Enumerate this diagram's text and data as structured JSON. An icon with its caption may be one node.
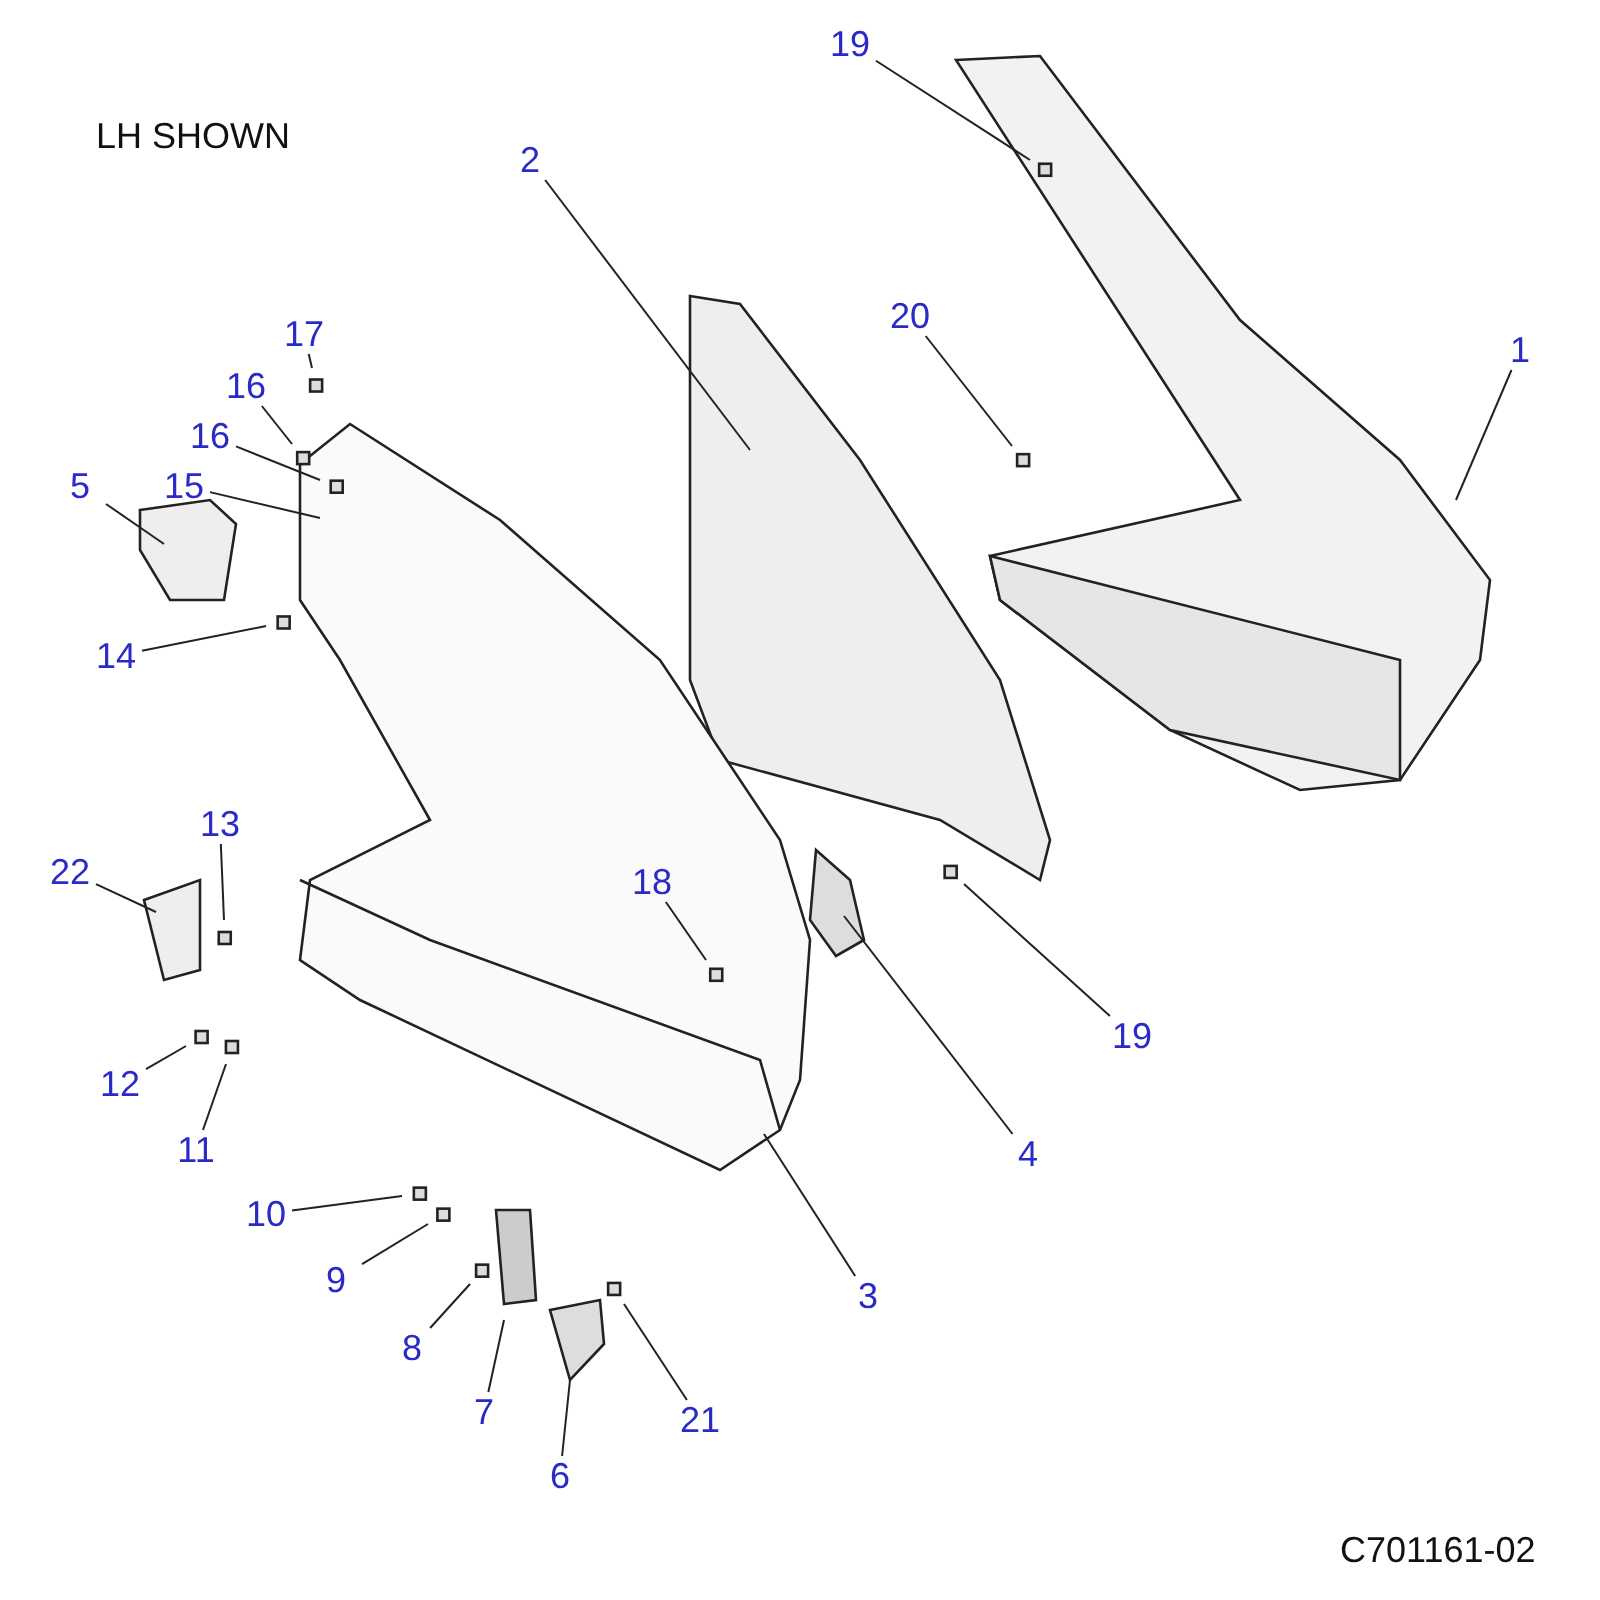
{
  "diagram": {
    "nodes": [
      {
        "text": [
          "19"
        ]
      },
      {
        "text": [
          "2"
        ]
      },
      {
        "text": [
          "20"
        ]
      },
      {
        "text": [
          "17"
        ]
      },
      {
        "text": [
          "1"
        ]
      },
      {
        "text": [
          "16"
        ]
      },
      {
        "text": [
          "16"
        ]
      },
      {
        "text": [
          "5"
        ]
      },
      {
        "text": [
          "15"
        ]
      },
      {
        "text": [
          "14"
        ]
      },
      {
        "text": [
          "13"
        ]
      },
      {
        "text": [
          "22"
        ]
      },
      {
        "text": [
          "18"
        ]
      },
      {
        "text": [
          "19"
        ]
      },
      {
        "text": [
          "12"
        ]
      },
      {
        "text": [
          "11"
        ]
      },
      {
        "text": [
          "4"
        ]
      },
      {
        "text": [
          "10"
        ]
      },
      {
        "text": [
          "9"
        ]
      },
      {
        "text": [
          "3"
        ]
      },
      {
        "text": [
          "8"
        ]
      },
      {
        "text": [
          "7"
        ]
      },
      {
        "text": [
          "21"
        ]
      },
      {
        "text": [
          "6"
        ]
      }
    ],
    "edges": [
      {
        "from": 0,
        "to": null,
        "arrow": "none"
      },
      {
        "from": 1,
        "to": null,
        "arrow": "none"
      },
      {
        "from": 2,
        "to": null,
        "arrow": "none"
      },
      {
        "from": 3,
        "to": null,
        "arrow": "none"
      },
      {
        "from": 4,
        "to": null,
        "arrow": "none"
      },
      {
        "from": 5,
        "to": null,
        "arrow": "none"
      },
      {
        "from": 6,
        "to": null,
        "arrow": "none"
      },
      {
        "from": 7,
        "to": null,
        "arrow": "none"
      },
      {
        "from": 8,
        "to": null,
        "arrow": "none"
      },
      {
        "from": 9,
        "to": null,
        "arrow": "none"
      },
      {
        "from": 10,
        "to": null,
        "arrow": "none"
      },
      {
        "from": 11,
        "to": null,
        "arrow": "none"
      },
      {
        "from": 12,
        "to": null,
        "arrow": "none"
      },
      {
        "from": 13,
        "to": null,
        "arrow": "none"
      },
      {
        "from": 14,
        "to": null,
        "arrow": "none"
      },
      {
        "from": 15,
        "to": null,
        "arrow": "none"
      },
      {
        "from": 16,
        "to": null,
        "arrow": "none"
      },
      {
        "from": 17,
        "to": null,
        "arrow": "none"
      },
      {
        "from": 18,
        "to": null,
        "arrow": "none"
      },
      {
        "from": 19,
        "to": null,
        "arrow": "none"
      },
      {
        "from": 20,
        "to": null,
        "arrow": "none"
      },
      {
        "from": 21,
        "to": null,
        "arrow": "none"
      },
      {
        "from": 22,
        "to": null,
        "arrow": "none"
      },
      {
        "from": 23,
        "to": null,
        "arrow": "none"
      }
    ],
    "labels": [
      "LH SHOWN",
      "C701161-02"
    ]
  }
}
